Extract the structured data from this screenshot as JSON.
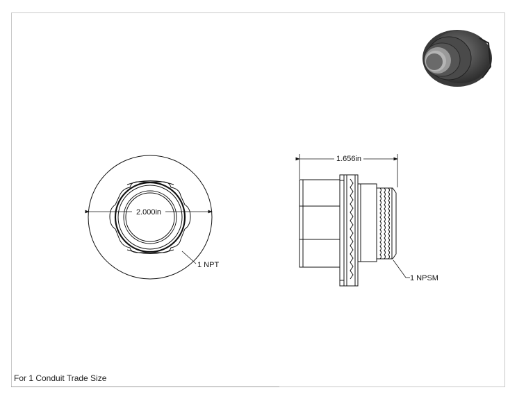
{
  "drawing": {
    "front_view": {
      "diameter_label": "2.000in",
      "thread_label": "1 NPT"
    },
    "side_view": {
      "length_label": "1.656in",
      "thread_label": "1 NPSM"
    },
    "note": "For 1 Conduit Trade Size"
  },
  "colors": {
    "line": "#111111",
    "frame": "#c8c8c8",
    "render_dark": "#3d3d3d",
    "render_light": "#8a8a8a"
  },
  "icons": {
    "iso_render": "fitting-3d-render-icon"
  }
}
